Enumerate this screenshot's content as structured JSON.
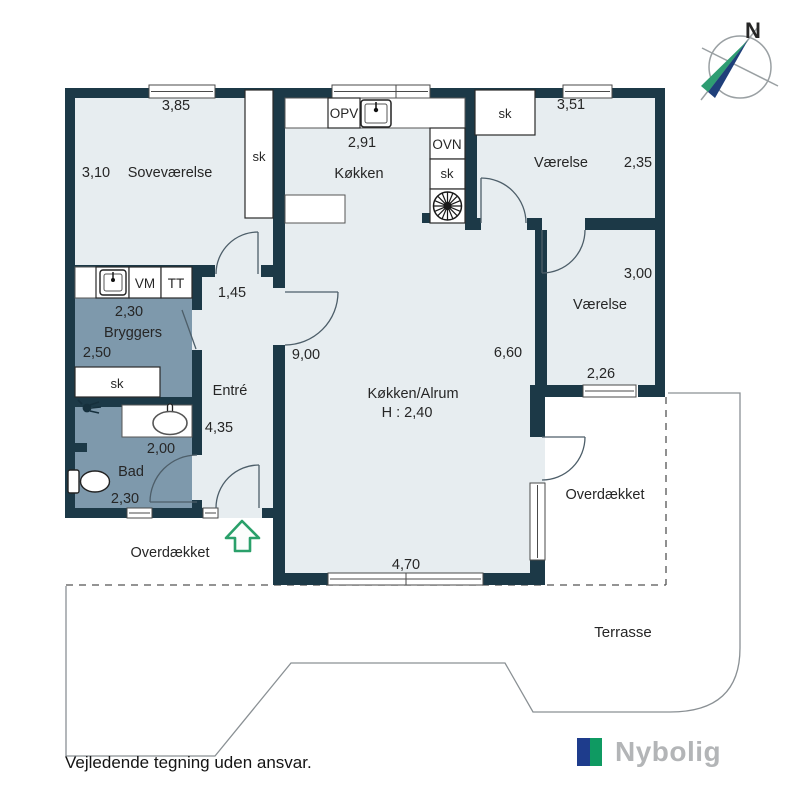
{
  "labels": {
    "sovevaerelse": "Soveværelse",
    "koekken": "Køkken",
    "vaerelse": "Værelse",
    "bryggers": "Bryggers",
    "bad": "Bad",
    "entre": "Entré",
    "alrum": "Køkken/Alrum",
    "alrum_height": "H : 2,40",
    "overdaekket": "Overdækket",
    "terrasse": "Terrasse",
    "sk": "sk",
    "opv": "OPV",
    "ovn": "OVN",
    "vm": "VM",
    "tt": "TT",
    "north": "N"
  },
  "dimensions": {
    "sove_w": "3,85",
    "sove_d": "3,10",
    "koekken_w": "2,91",
    "vaerelse_ne_w": "3,51",
    "vaerelse_ne_d": "2,35",
    "hall_w": "1,45",
    "bryggers_w": "2,30",
    "bryggers_d": "2,50",
    "entre_d": "4,35",
    "alrum_l": "9,00",
    "alrum_r": "6,60",
    "vaerelse_e_d": "3,00",
    "vaerelse_e_w": "2,26",
    "bad_w_top": "2,00",
    "bad_w_bottom": "2,30",
    "window_w": "4,70"
  },
  "footer": {
    "disclaimer": "Vejledende tegning uden ansvar.",
    "brand": "Nybolig"
  },
  "colors": {
    "wall": "#1c3947",
    "room_fill": "#e7edf0",
    "wet_room_fill": "#7e99ac",
    "accent_green": "#2aa06a",
    "logo_navy": "#1e3c8c",
    "logo_green": "#0f9a62",
    "logo_text": "#b3b5b7"
  }
}
